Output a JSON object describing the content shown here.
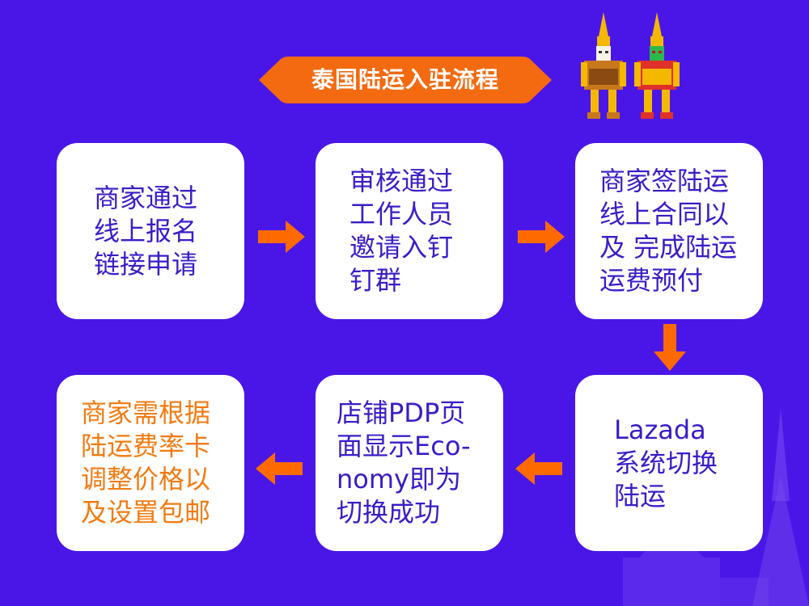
{
  "title": "泰国陆运入驻流程",
  "steps": [
    {
      "lines": [
        "商家通过",
        "线上报名",
        "链接申请"
      ]
    },
    {
      "lines": [
        "审核通过",
        "工作人员",
        "邀请入钉",
        "钉群"
      ]
    },
    {
      "lines": [
        "商家签陆运",
        "线上合同以",
        "及 完成陆运",
        "运费预付"
      ]
    },
    {
      "lines": [
        "Lazada",
        "系统切换",
        "陆运"
      ]
    },
    {
      "lines": [
        "店铺PDP页",
        "面显示Eco-",
        "nomy即为",
        "切换成功"
      ]
    },
    {
      "lines": [
        "商家需根据",
        "陆运费率卡",
        "调整价格以",
        "及设置包邮"
      ]
    }
  ],
  "colors": {
    "background": "#4a16e8",
    "title_banner": "#f46a10",
    "arrow": "#ff6a00",
    "step_text": "#3a1cc8",
    "final_step_text": "#f47a10"
  }
}
